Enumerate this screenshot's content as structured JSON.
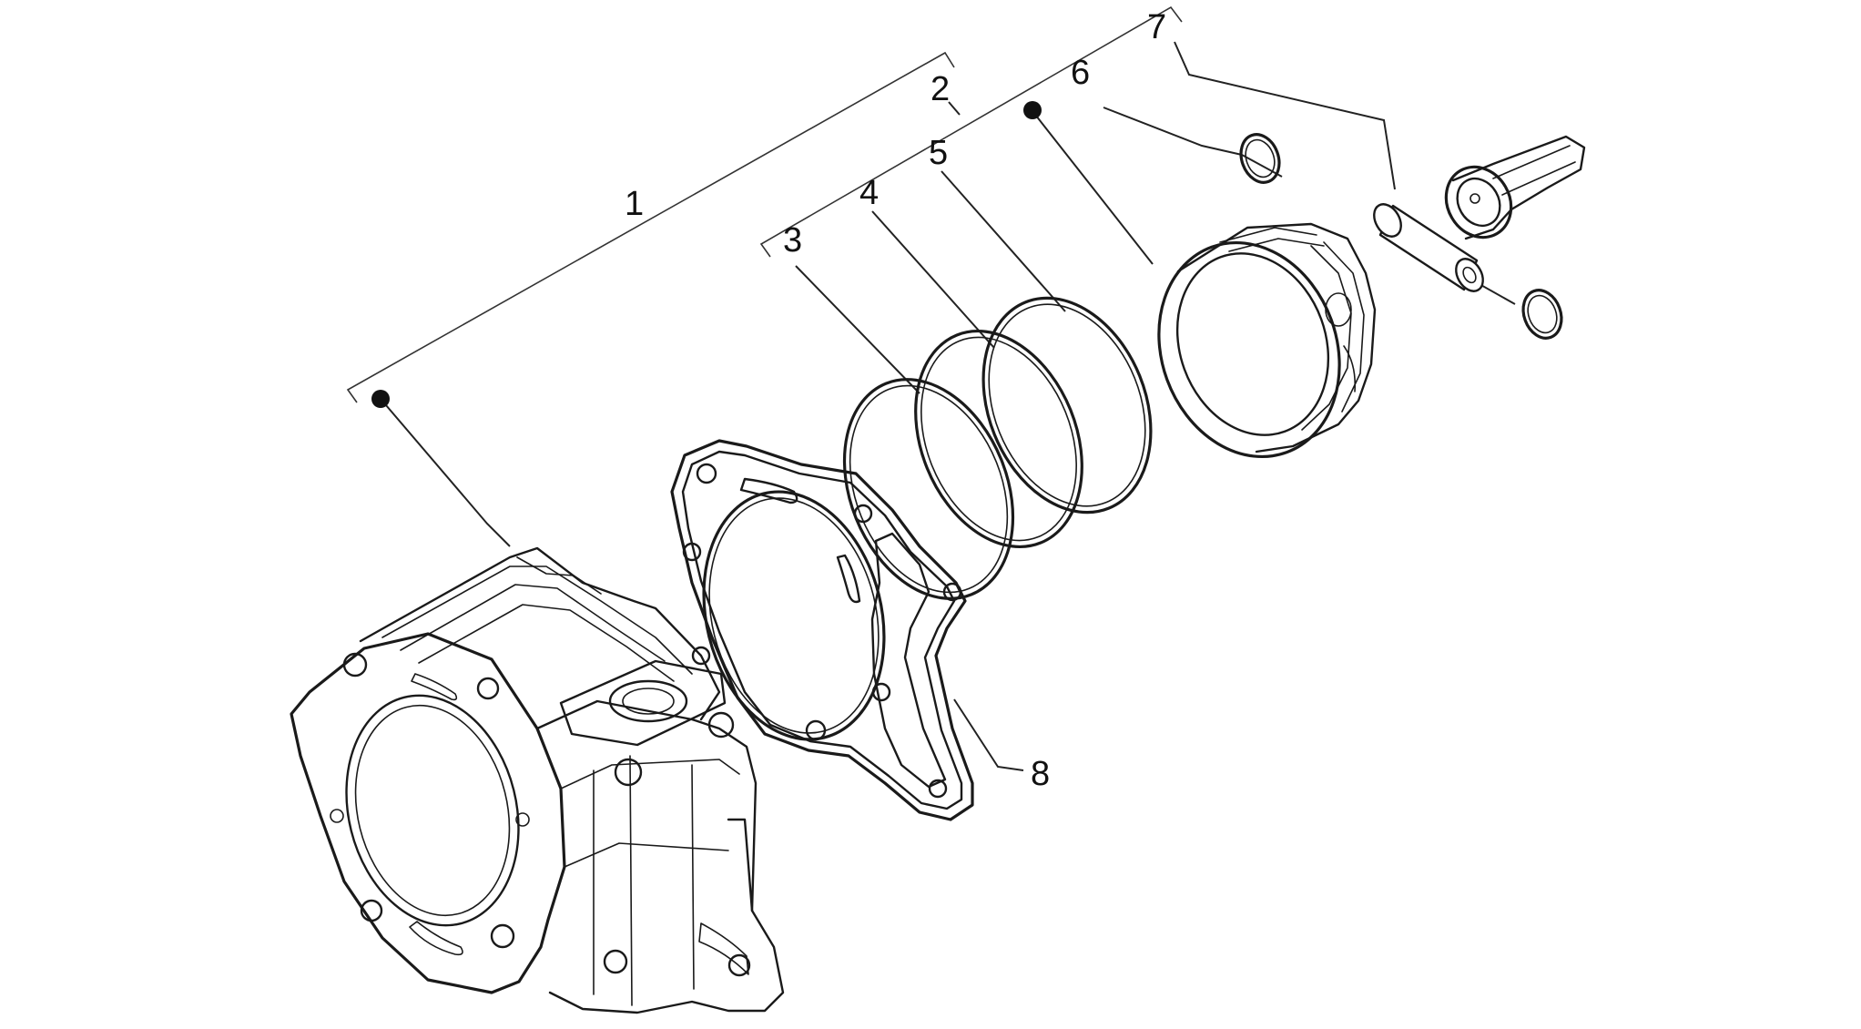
{
  "callouts": [
    {
      "id": "1",
      "label": "1"
    },
    {
      "id": "2",
      "label": "2"
    },
    {
      "id": "3",
      "label": "3"
    },
    {
      "id": "4",
      "label": "4"
    },
    {
      "id": "5",
      "label": "5"
    },
    {
      "id": "6",
      "label": "6"
    },
    {
      "id": "7",
      "label": "7"
    },
    {
      "id": "8",
      "label": "8"
    }
  ],
  "colors": {
    "ink": "#1a1a1a",
    "background": "#ffffff"
  },
  "icons": [
    "bullet-marker-icon"
  ]
}
